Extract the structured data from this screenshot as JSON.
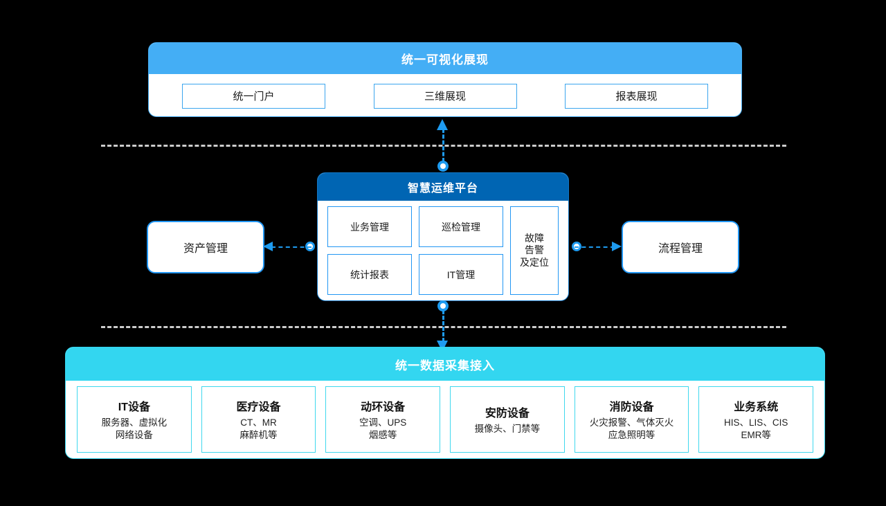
{
  "colors": {
    "background": "#000000",
    "top_header": "#44aef5",
    "platform_header": "#0065b3",
    "collect_header": "#33d6f0",
    "accent_line": "#1e9bf0",
    "divider": "#cccccc"
  },
  "visualization": {
    "title": "统一可视化展现",
    "chips": [
      {
        "label": "统一门户"
      },
      {
        "label": "三维展现"
      },
      {
        "label": "报表展现"
      }
    ]
  },
  "platform": {
    "title": "智慧运维平台",
    "modules": [
      {
        "label": "业务管理"
      },
      {
        "label": "巡检管理"
      },
      {
        "label": "统计报表"
      },
      {
        "label": "IT管理"
      }
    ],
    "tall_module": {
      "label": "故障\n告警\n及定位"
    }
  },
  "sides": {
    "left": {
      "label": "资产管理"
    },
    "right": {
      "label": "流程管理"
    }
  },
  "collection": {
    "title": "统一数据采集接入",
    "devices": [
      {
        "title": "IT设备",
        "sub": "服务器、虚拟化\n网络设备"
      },
      {
        "title": "医疗设备",
        "sub": "CT、MR\n麻醉机等"
      },
      {
        "title": "动环设备",
        "sub": "空调、UPS\n烟感等"
      },
      {
        "title": "安防设备",
        "sub": "摄像头、门禁等"
      },
      {
        "title": "消防设备",
        "sub": "火灾报警、气体灭火\n应急照明等"
      },
      {
        "title": "业务系统",
        "sub": "HIS、LIS、CIS\nEMR等"
      }
    ]
  }
}
